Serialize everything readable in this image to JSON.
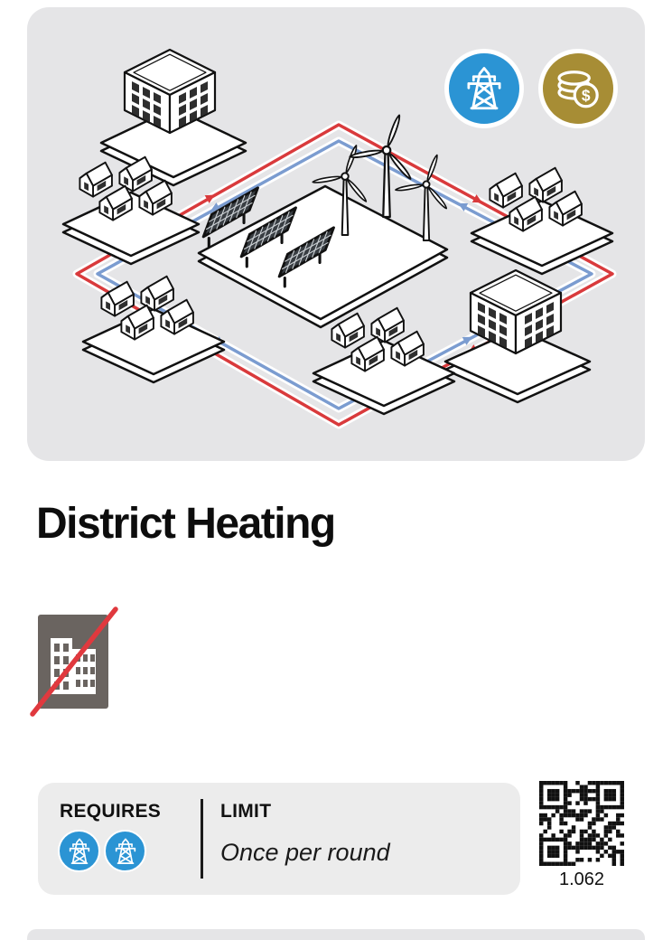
{
  "card": {
    "title": "District Heating"
  },
  "artwork": {
    "description": "Isometric district heating network: wind turbines and solar panels on a central platform feed red (hot) and blue (cold) pipe loops serving house clusters and office buildings",
    "badges": [
      {
        "name": "electricity-badge",
        "icon": "power-pylon-icon",
        "color": "#2B94D4"
      },
      {
        "name": "money-badge",
        "icon": "coin-stack-icon",
        "color": "#A78D35",
        "symbol": "$"
      }
    ],
    "pipe_colors": {
      "hot": "#D93A3C",
      "cold": "#7B9CD0"
    },
    "background": "#E5E5E7"
  },
  "restriction": {
    "icon": "no-building-icon",
    "box_color": "#6A6460",
    "slash_color": "#E0393E"
  },
  "info_box": {
    "requires_label": "REQUIRES",
    "requires_icons": [
      "power-pylon-icon",
      "power-pylon-icon"
    ],
    "limit_label": "LIMIT",
    "limit_value": "Once per round"
  },
  "qr": {
    "caption": "1.062"
  }
}
